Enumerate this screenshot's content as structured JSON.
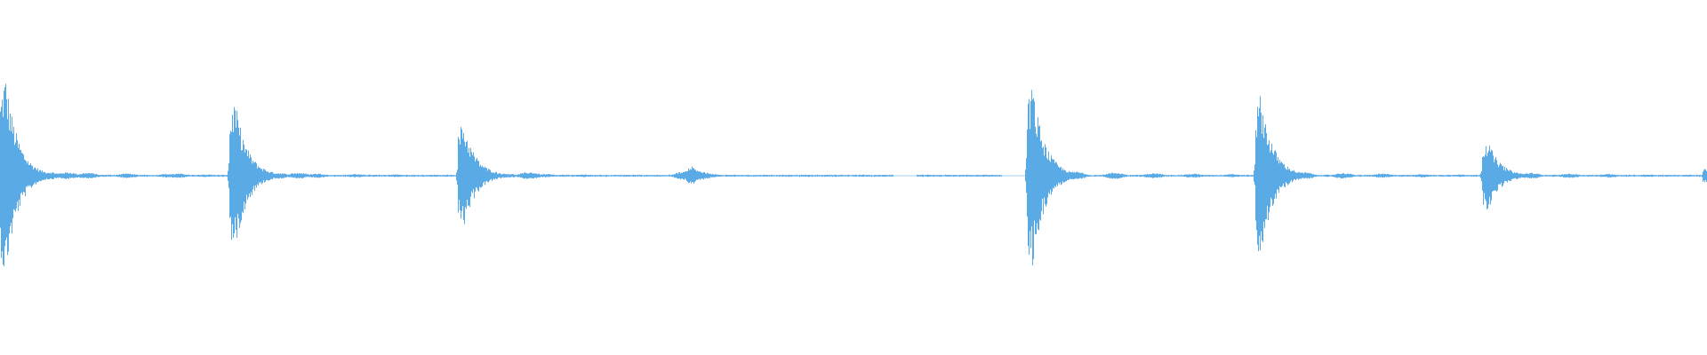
{
  "waveform": {
    "color": "#5aaae6",
    "background": "#ffffff",
    "transients": [
      {
        "peak": 0.62,
        "tail": 0.12
      },
      {
        "peak": 0.46,
        "tail": 0.09
      },
      {
        "peak": 0.33,
        "tail": 0.07
      },
      {
        "peak": 0.06,
        "tail": 0.0
      },
      {
        "peak": 0.0,
        "tail": 0.0
      },
      {
        "peak": 0.56,
        "tail": 0.13
      },
      {
        "peak": 0.5,
        "tail": 0.11
      },
      {
        "peak": 0.22,
        "tail": 0.09
      },
      {
        "peak": 0.05,
        "tail": 0.0
      }
    ]
  }
}
